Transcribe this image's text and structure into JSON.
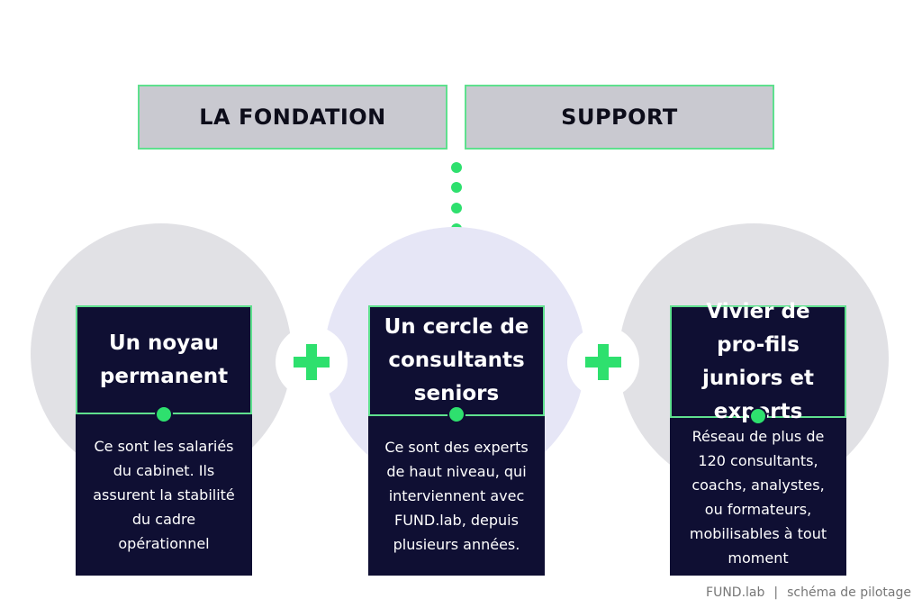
{
  "header": {
    "left_label": "LA FONDATION",
    "right_label": "SUPPORT"
  },
  "cards": [
    {
      "title": "Un noyau permanent",
      "description": "Ce sont les salariés du cabinet. Ils assurent la stabilité du cadre opérationnel"
    },
    {
      "title": "Un cercle de consultants seniors",
      "description": "Ce sont des experts de haut niveau, qui interviennent avec FUND.lab, depuis plusieurs années."
    },
    {
      "title": "Vivier de pro-fils juniors et experts",
      "description": "Réseau de plus de 120 consultants, coachs, analystes, ou formateurs, mobilisables à tout moment"
    }
  ],
  "operators": [
    "+",
    "+"
  ],
  "footer": {
    "brand": "FUND.lab",
    "separator": "|",
    "caption": "schéma de pilotage"
  },
  "colors": {
    "accent_green": "#2ee06e",
    "card_navy": "#0f0f33",
    "header_gray": "#c9c9d0",
    "circle_gray": "#e1e1e5",
    "circle_lavender": "#e6e6f6"
  },
  "icons": [
    "plus-icon",
    "plus-icon"
  ]
}
